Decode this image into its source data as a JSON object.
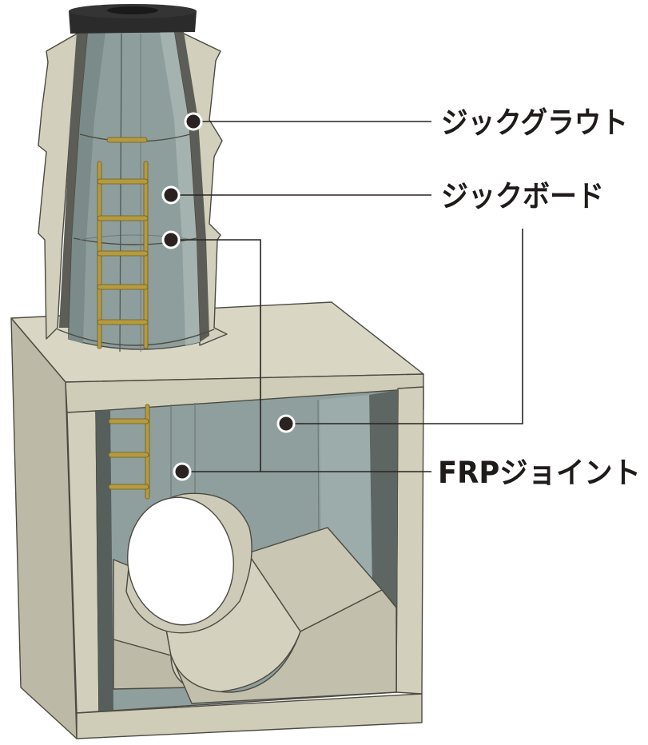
{
  "callouts": [
    {
      "id": "grout",
      "label": "ジックグラウト"
    },
    {
      "id": "board",
      "label": "ジックボード"
    },
    {
      "id": "frp",
      "label": "FRPジョイント"
    }
  ],
  "colors": {
    "concrete_light": "#d9d7c4",
    "concrete_mid": "#c4c2ae",
    "concrete_dark": "#a9a794",
    "liner": "#8e9e9c",
    "liner_dark": "#6f807f",
    "ladder": "#b59a3e",
    "lid": "#2b2b2b",
    "line": "#2a2321"
  }
}
